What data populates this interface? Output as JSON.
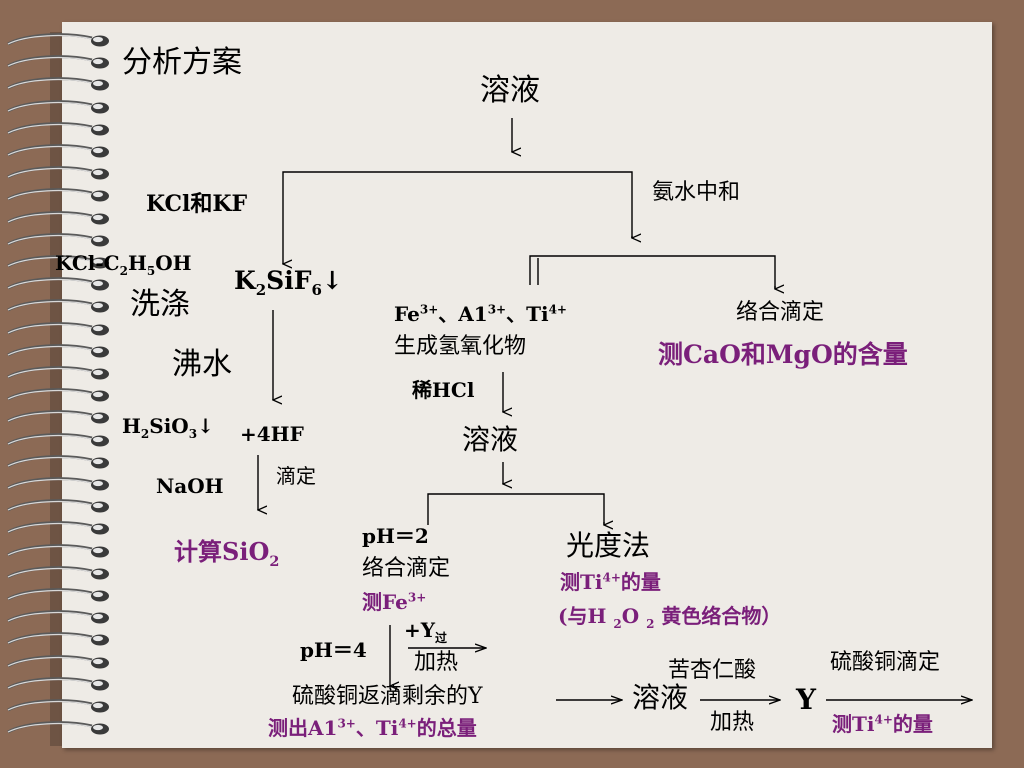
{
  "title": "分析方案",
  "nodes": {
    "root_solution": "溶液",
    "ammonia_neutralize": "氨水中和",
    "kcl_kf": "KCl和KF",
    "kcl_ethanol_a": "KCl-C",
    "kcl_ethanol_sub1": "2",
    "kcl_ethanol_b": "H",
    "kcl_ethanol_sub2": "5",
    "kcl_ethanol_c": "OH",
    "k2sif6_a": "K",
    "k2sif6_sub1": "2",
    "k2sif6_b": "SiF",
    "k2sif6_sub2": "6",
    "k2sif6_arrow": "↓",
    "wash": "洗涤",
    "boil_water": "沸水",
    "h2sio3_a": "H",
    "h2sio3_sub1": "2",
    "h2sio3_b": "SiO",
    "h2sio3_sub2": "3",
    "h2sio3_arrow": "↓",
    "plus_4hf": "+4HF",
    "naoh": "NaOH",
    "titrate": "滴定",
    "calc_sio2_a": "计算SiO",
    "calc_sio2_sub": "2",
    "fe_a": "Fe",
    "fe_sup": "3+",
    "al_a": "、A1",
    "al_sup": "3+",
    "ti_a": "、Ti",
    "ti_sup": "4+",
    "hydroxide": "生成氢氧化物",
    "complex_titration_1": "络合滴定",
    "measure_cao_mgo": "测CaO和MgO的含量",
    "dilute_hcl": "稀HCl",
    "mid_solution": "溶液",
    "ph2": "pH＝2",
    "complex_titration_2": "络合滴定",
    "measure_fe_a": "测Fe",
    "measure_fe_sup": "3+",
    "photometry": "光度法",
    "measure_ti_a": "测Ti",
    "measure_ti_sup": "4+",
    "measure_ti_b": "的量",
    "h2o2_note_a": "(与H ",
    "h2o2_note_sub1": "2",
    "h2o2_note_b": "O ",
    "h2o2_note_sub2": "2",
    "h2o2_note_c": " 黄色络合物）",
    "plus_y_a": "+Y",
    "plus_y_sub": "过",
    "heat_1": "加热",
    "ph4": "pH＝4",
    "back_titration": "硫酸铜返滴剩余的Y",
    "total_al_a": "测出A1",
    "total_al_sup": "3+",
    "total_al_b": "、Ti",
    "total_al_sup2": "4+",
    "total_al_c": "的总量",
    "bitter_almond_acid": "苦杏仁酸",
    "bottom_solution": "溶液",
    "heat_2": "加热",
    "y_label": "Y",
    "cuso4_titration": "硫酸铜滴定",
    "measure_ti2_a": "测Ti",
    "measure_ti2_sup": "4+",
    "measure_ti2_b": "的量"
  },
  "colors": {
    "background": "#8c6a55",
    "page": "#eeebe6",
    "highlight": "#7a1f7a"
  },
  "icons": [
    "spiral-binding-ring-icon"
  ]
}
